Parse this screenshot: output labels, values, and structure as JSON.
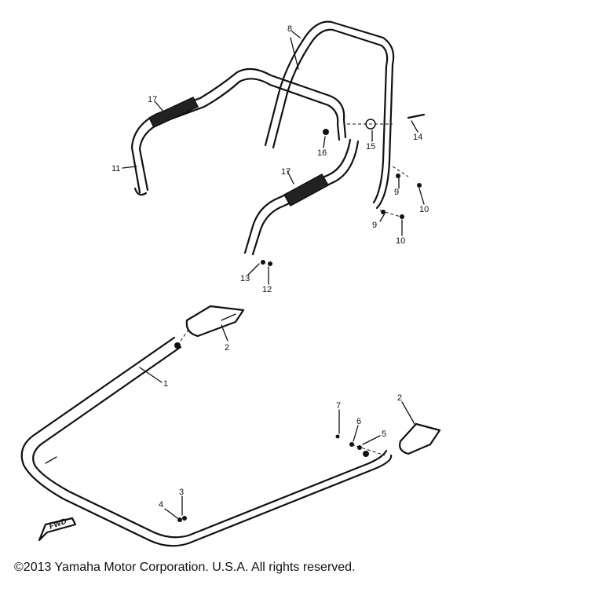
{
  "diagram": {
    "callouts": [
      "1",
      "2",
      "2",
      "3",
      "4",
      "5",
      "6",
      "7",
      "8",
      "9",
      "9",
      "10",
      "10",
      "11",
      "12",
      "13",
      "14",
      "15",
      "16",
      "17",
      "17"
    ],
    "fwd_label": "FWD"
  },
  "footer": {
    "copyright": "©2013 Yamaha Motor Corporation. U.S.A. All rights reserved."
  }
}
